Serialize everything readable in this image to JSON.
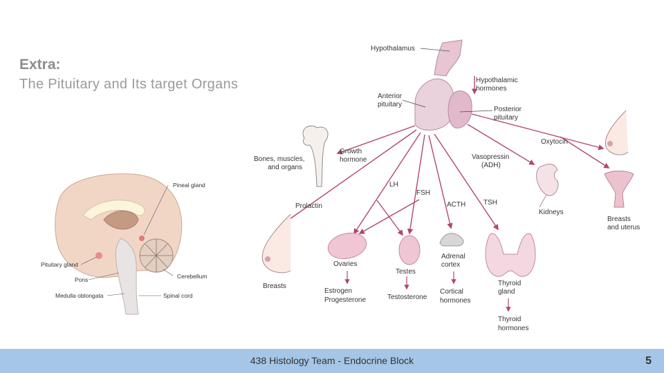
{
  "title": {
    "line1": "Extra:",
    "line2": "The Pituitary and Its target Organs"
  },
  "brain_diagram": {
    "pineal_gland": "Pineal gland",
    "pituitary_gland": "Pituitary gland",
    "pons": "Pons",
    "cerebellum": "Cerebellum",
    "medulla_oblongata": "Medulla oblongata",
    "spinal_cord": "Spinal cord"
  },
  "pituitary_diagram": {
    "hypothalamus": "Hypothalamus",
    "hypothalamic_hormones": [
      "Hypothalamic",
      "hormones"
    ],
    "anterior_pituitary": [
      "Anterior",
      "pituitary"
    ],
    "posterior_pituitary": [
      "Posterior",
      "pituitary"
    ],
    "oxytocin": "Oxytocin",
    "vasopressin": [
      "Vasopressin",
      "(ADH)"
    ],
    "growth_hormone": [
      "Growth",
      "hormone"
    ],
    "bones_muscles_organs": [
      "Bones, muscles,",
      "and organs"
    ],
    "lh": "LH",
    "fsh": "FSH",
    "acth": "ACTH",
    "tsh": "TSH",
    "prolactin": "Prolactin",
    "kidneys": "Kidneys",
    "breasts_and_uterus": [
      "Breasts",
      "and uterus"
    ],
    "breasts": "Breasts",
    "ovaries": "Ovaries",
    "testes": "Testes",
    "adrenal_cortex": [
      "Adrenal",
      "cortex"
    ],
    "thyroid_gland": [
      "Thyroid",
      "gland"
    ],
    "estrogen_progesterone": [
      "Estrogen",
      "Progesterone"
    ],
    "testosterone": "Testosterone",
    "cortical_hormones": [
      "Cortical",
      "hormones"
    ],
    "thyroid_hormones": [
      "Thyroid",
      "hormones"
    ]
  },
  "footer": {
    "text": "438 Histology Team - Endocrine Block",
    "page_number": "5"
  },
  "colors": {
    "arrow": "#b0466f",
    "gland": "#e6c4d2",
    "footer_bg": "#a5c6e6"
  }
}
